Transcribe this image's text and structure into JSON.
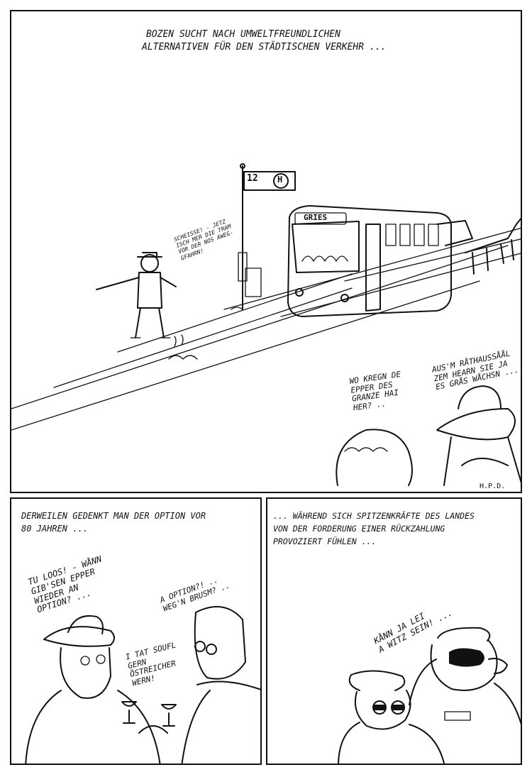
{
  "top_panel": {
    "caption_line1": "BOZEN SUCHT NACH UMWELTFREUNDLICHEN",
    "caption_line2": "ALTERNATIVEN FÜR DEN STÄDTISCHEN VERKEHR ...",
    "stop_sign_number": "12",
    "stop_sign_symbol": "H",
    "tram_destination": "GRIES",
    "man_speech": "SCHEISSE! - JETZ\nISCH MER DIE TRAM\nVOR DER NOS AWEG-\nGFAHRN!",
    "woman_speech": "WO KREGN DE\nEPPER DES\nGRANZE HAI\nHER? ..",
    "hat_man_speech": "AUS'M RÅTHAUSSÅÅL\nZEM HEARN SIE JA\nES GRÅS WÅCHSN ...",
    "signature": "H.P.D."
  },
  "bottom_left_panel": {
    "caption_line1": "DERWEILEN GEDENKT MAN DER OPTION VOR",
    "caption_line2": "80 JAHREN ...",
    "speech_1": "TU LOOS! - WÅNN\nGIB'SEN EPPER\nWIEDER AN\nOPTION? ...",
    "speech_2": "A OPTION?! ..\nWEG'N BRUSM? ..",
    "speech_3": "I TAT SOUFL\nGERN\nÖSTREICHER\nWERN!"
  },
  "bottom_right_panel": {
    "caption_line1": "... WÄHREND SICH SPITZENKRÄFTE DES LANDES",
    "caption_line2": "VON DER FORDERUNG EINER RÜCKZAHLUNG",
    "caption_line3": "PROVOZIERT FÜHLEN ...",
    "speech_1": "KÅNN JA LEI\nA WITZ SEIN! ..."
  }
}
